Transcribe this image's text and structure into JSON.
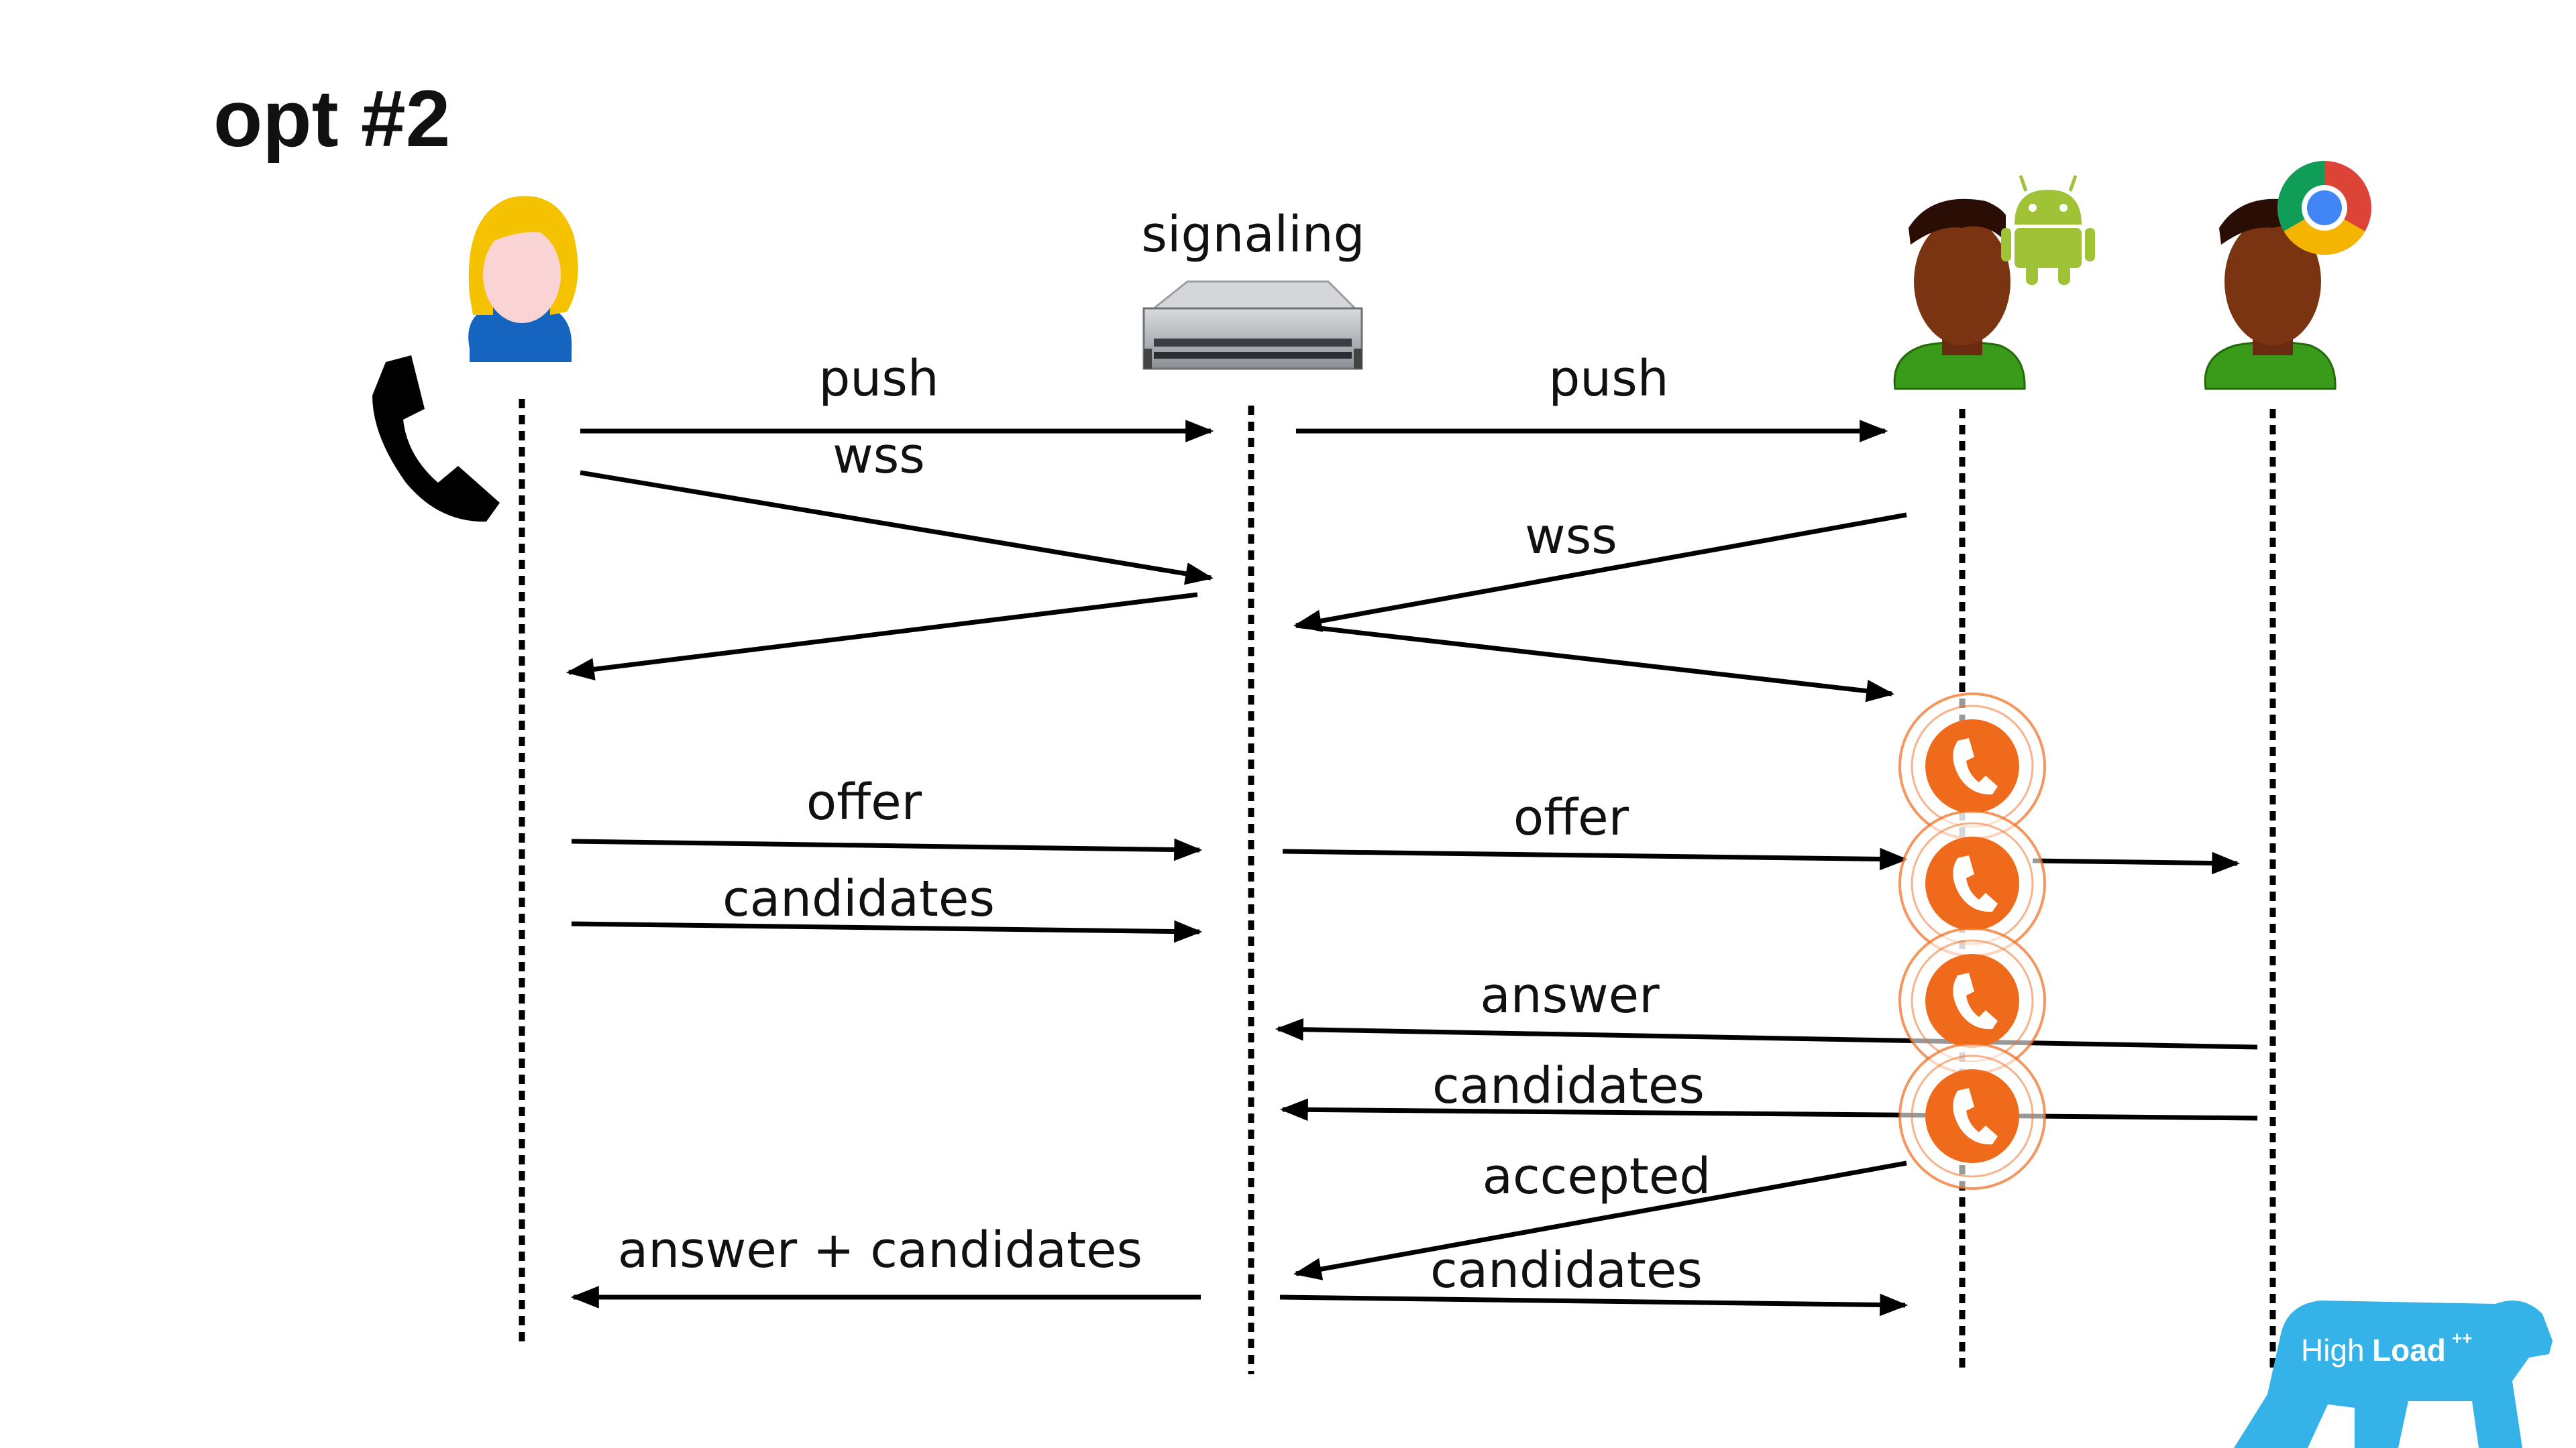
{
  "title": "opt #2",
  "participants": [
    {
      "id": "caller",
      "label": ""
    },
    {
      "id": "signaling",
      "label": "signaling"
    },
    {
      "id": "android",
      "label": ""
    },
    {
      "id": "chrome",
      "label": ""
    }
  ],
  "messages": [
    {
      "id": "m1",
      "from": "caller",
      "to": "signaling",
      "label": "push"
    },
    {
      "id": "m2",
      "from": "caller",
      "to": "signaling",
      "label": "wss"
    },
    {
      "id": "m3",
      "from": "signaling",
      "to": "caller",
      "label": ""
    },
    {
      "id": "m4",
      "from": "signaling",
      "to": "android",
      "label": "push"
    },
    {
      "id": "m5",
      "from": "android",
      "to": "signaling",
      "label": "wss"
    },
    {
      "id": "m6",
      "from": "signaling",
      "to": "android",
      "label": ""
    },
    {
      "id": "m7",
      "from": "caller",
      "to": "signaling",
      "label": "offer"
    },
    {
      "id": "m8",
      "from": "caller",
      "to": "signaling",
      "label": "candidates"
    },
    {
      "id": "m9",
      "from": "signaling",
      "to": "chrome",
      "label": "offer"
    },
    {
      "id": "m10",
      "from": "chrome",
      "to": "signaling",
      "label": "answer"
    },
    {
      "id": "m11",
      "from": "chrome",
      "to": "signaling",
      "label": "candidates"
    },
    {
      "id": "m12",
      "from": "android",
      "to": "signaling",
      "label": "accepted"
    },
    {
      "id": "m13",
      "from": "signaling",
      "to": "android",
      "label": "candidates"
    },
    {
      "id": "m14",
      "from": "signaling",
      "to": "caller",
      "label": "answer + candidates"
    }
  ],
  "logo": {
    "text_main": "High",
    "text_bold": "Load",
    "text_sup": "++",
    "color": "#35b3e8"
  },
  "colors": {
    "ring_orange": "#ef6a1a",
    "android_green": "#9fc236",
    "caller_hair": "#f5c200",
    "caller_shirt": "#1565c0",
    "callee_shirt": "#3a9a1a",
    "callee_skin": "#7a3412"
  },
  "icons": [
    "phone-icon",
    "server-icon",
    "android-icon",
    "chrome-icon",
    "ringing-phone-icon",
    "user-avatar-icon"
  ]
}
